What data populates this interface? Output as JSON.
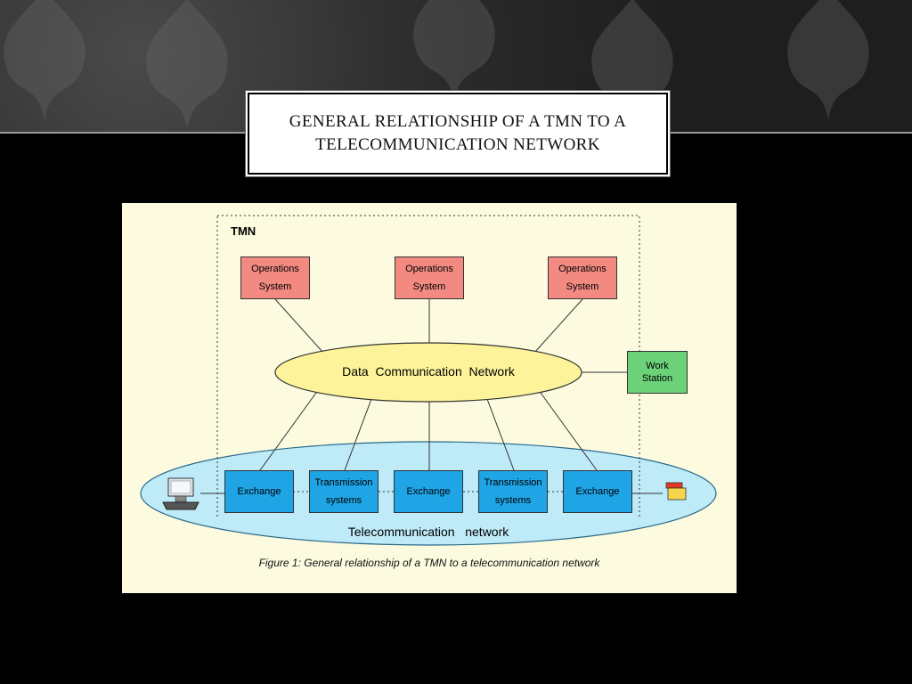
{
  "slide": {
    "title": "GENERAL RELATIONSHIP OF A TMN TO A TELECOMMUNICATION NETWORK"
  },
  "diagram": {
    "tmn_label": "TMN",
    "operations_systems": [
      "Operations System",
      "Operations System",
      "Operations System"
    ],
    "dcn_label": "Data  Communication  Network",
    "workstation_label": "Work Station",
    "network_nodes": [
      "Exchange",
      "Transmission systems",
      "Exchange",
      "Transmission systems",
      "Exchange"
    ],
    "telecom_network_label": "Telecommunication   network",
    "caption": "Figure 1: General relationship of a TMN to a telecommunication network",
    "icons": [
      "computer-terminal-icon",
      "telephone-icon"
    ],
    "colors": {
      "operations_system": "#f28a82",
      "dcn": "#fdf39a",
      "telecom_network": "#bfeaf8",
      "nodes": "#1fa4e6",
      "workstation": "#6cd27a",
      "figure_background": "#fcfbe0"
    }
  }
}
